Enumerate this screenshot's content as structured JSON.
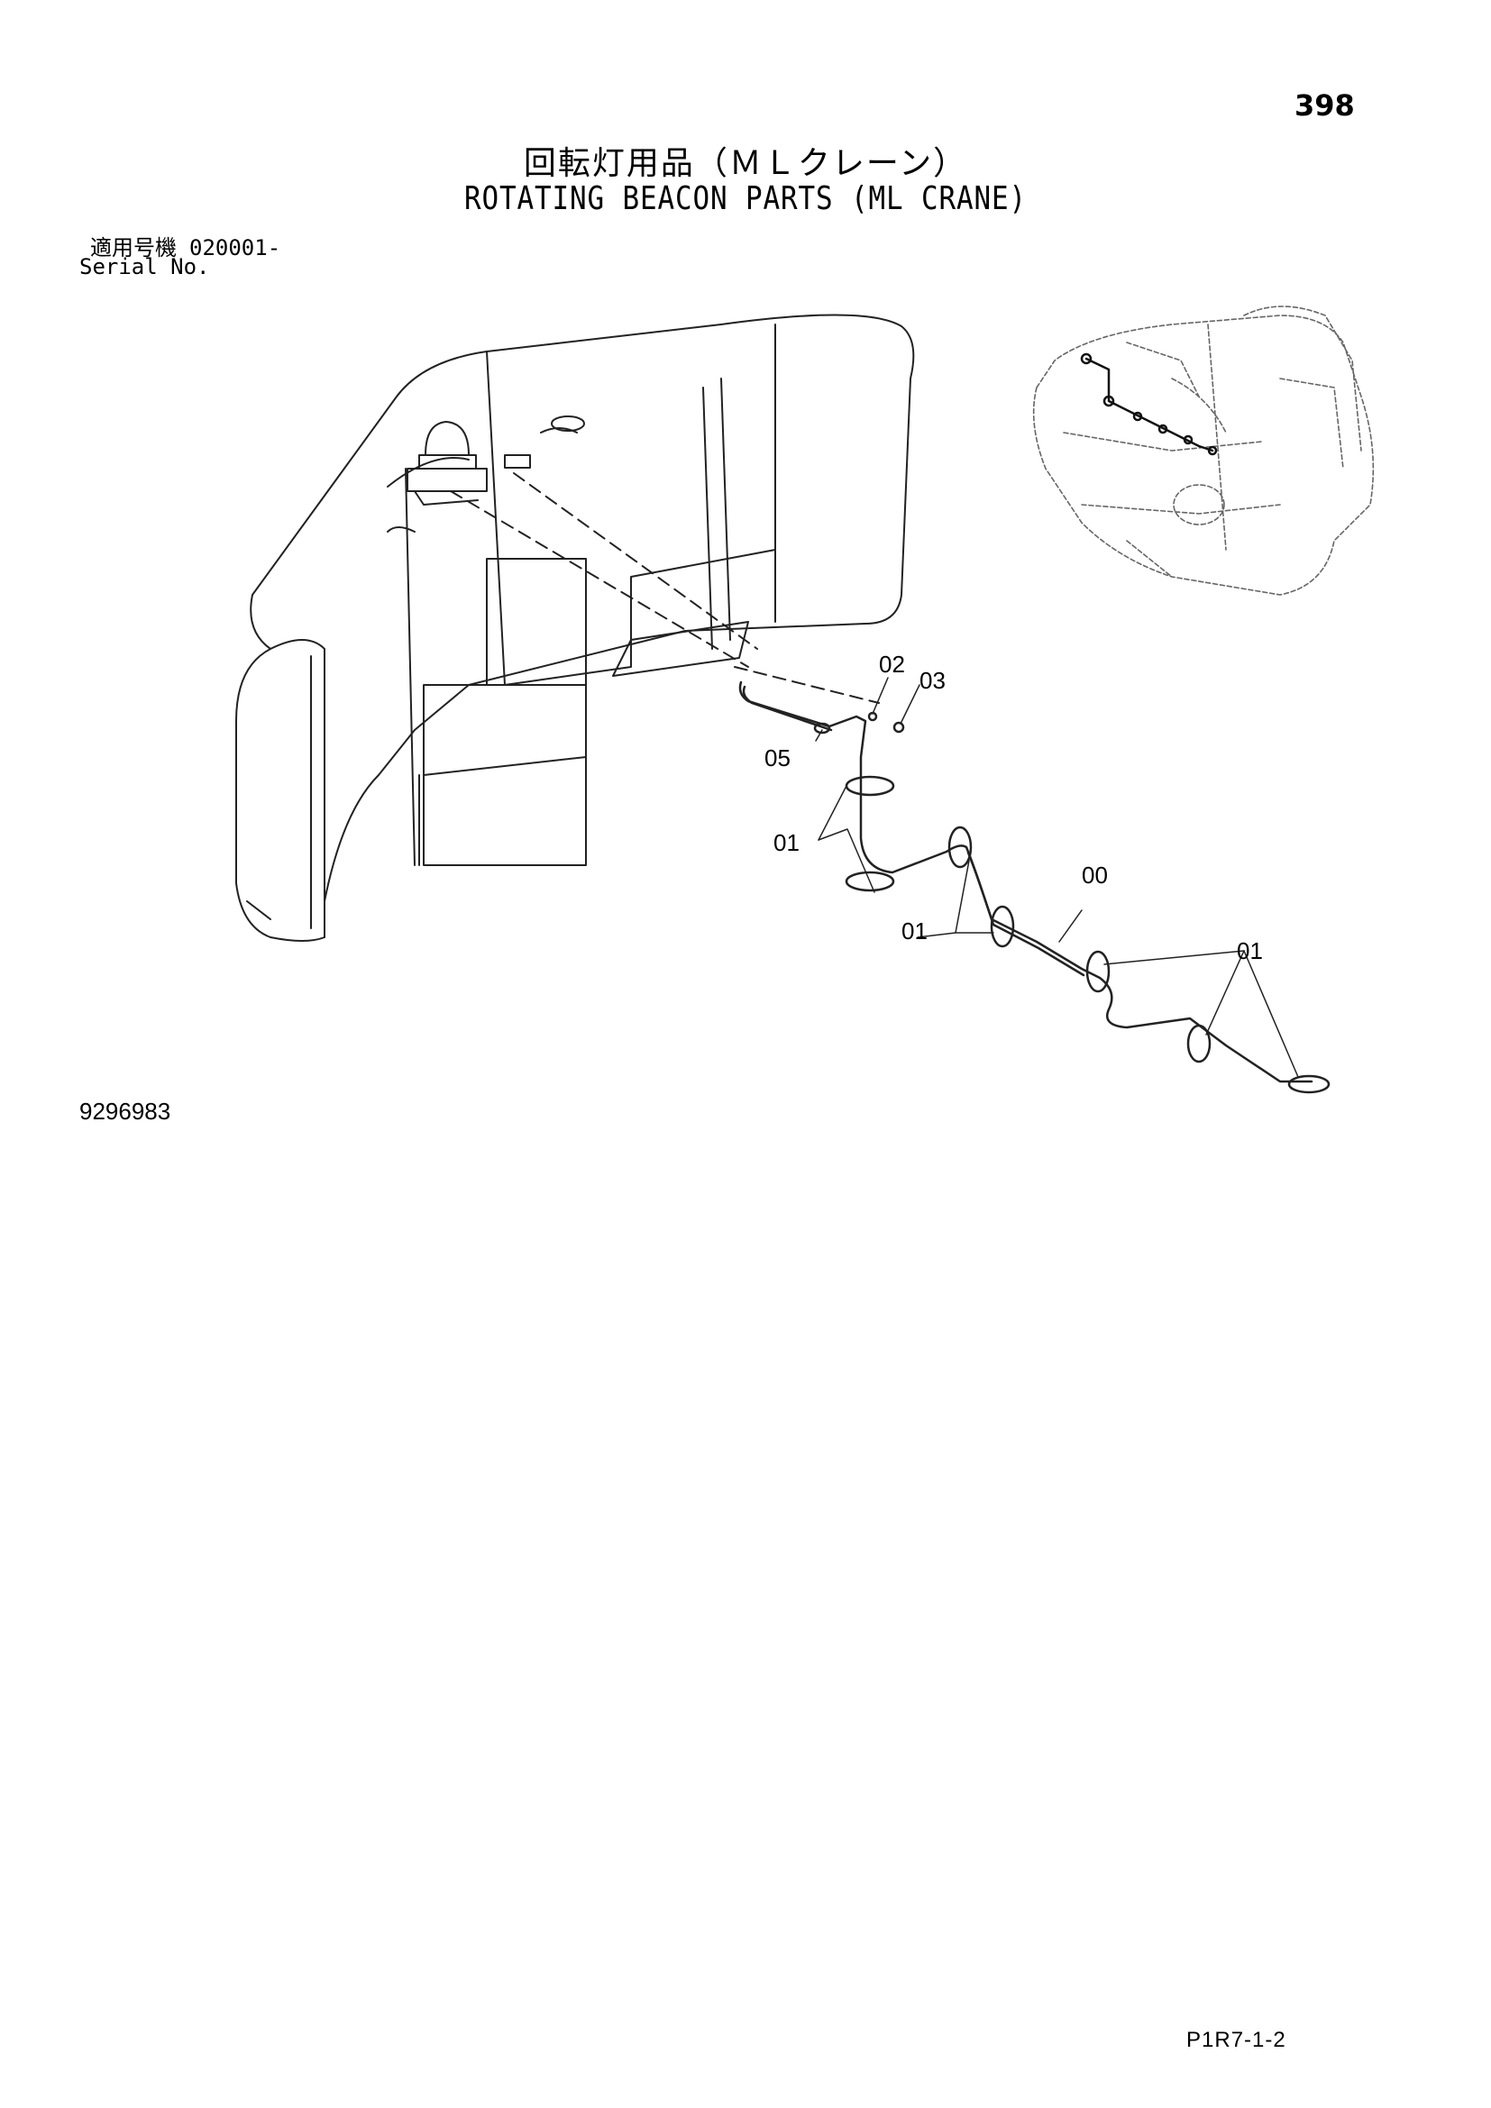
{
  "header": {
    "page_number": "398",
    "title_jp": "回転灯用品（ＭＬクレーン）",
    "title_en": "ROTATING BEACON PARTS (ML CRANE)"
  },
  "serial": {
    "label_jp": "適用号機",
    "value": "020001-",
    "label_en": "Serial No."
  },
  "callouts": {
    "c02": "02",
    "c03": "03",
    "c05": "05",
    "c01a": "01",
    "c00": "00",
    "c01b": "01",
    "c01c": "01"
  },
  "footer": {
    "drawing_number": "9296983",
    "sheet_code": "P1R7-1-2"
  }
}
